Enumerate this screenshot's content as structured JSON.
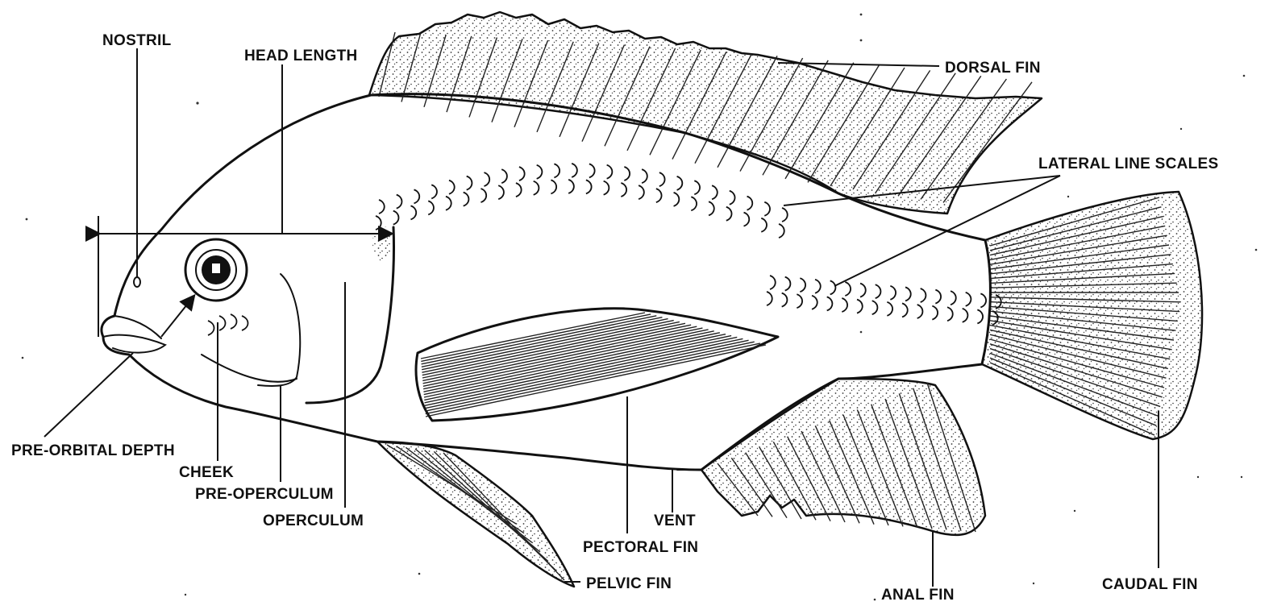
{
  "diagram": {
    "labels": {
      "nostril": "NOSTRIL",
      "head_length": "HEAD LENGTH",
      "dorsal_fin": "DORSAL FIN",
      "lateral_line_scales": "LATERAL LINE SCALES",
      "pre_orbital_depth": "PRE-ORBITAL DEPTH",
      "cheek": "CHEEK",
      "pre_operculum": "PRE-OPERCULUM",
      "operculum": "OPERCULUM",
      "vent": "VENT",
      "pectoral_fin": "PECTORAL FIN",
      "pelvic_fin": "PELVIC FIN",
      "anal_fin": "ANAL FIN",
      "caudal_fin": "CAUDAL FIN"
    }
  }
}
